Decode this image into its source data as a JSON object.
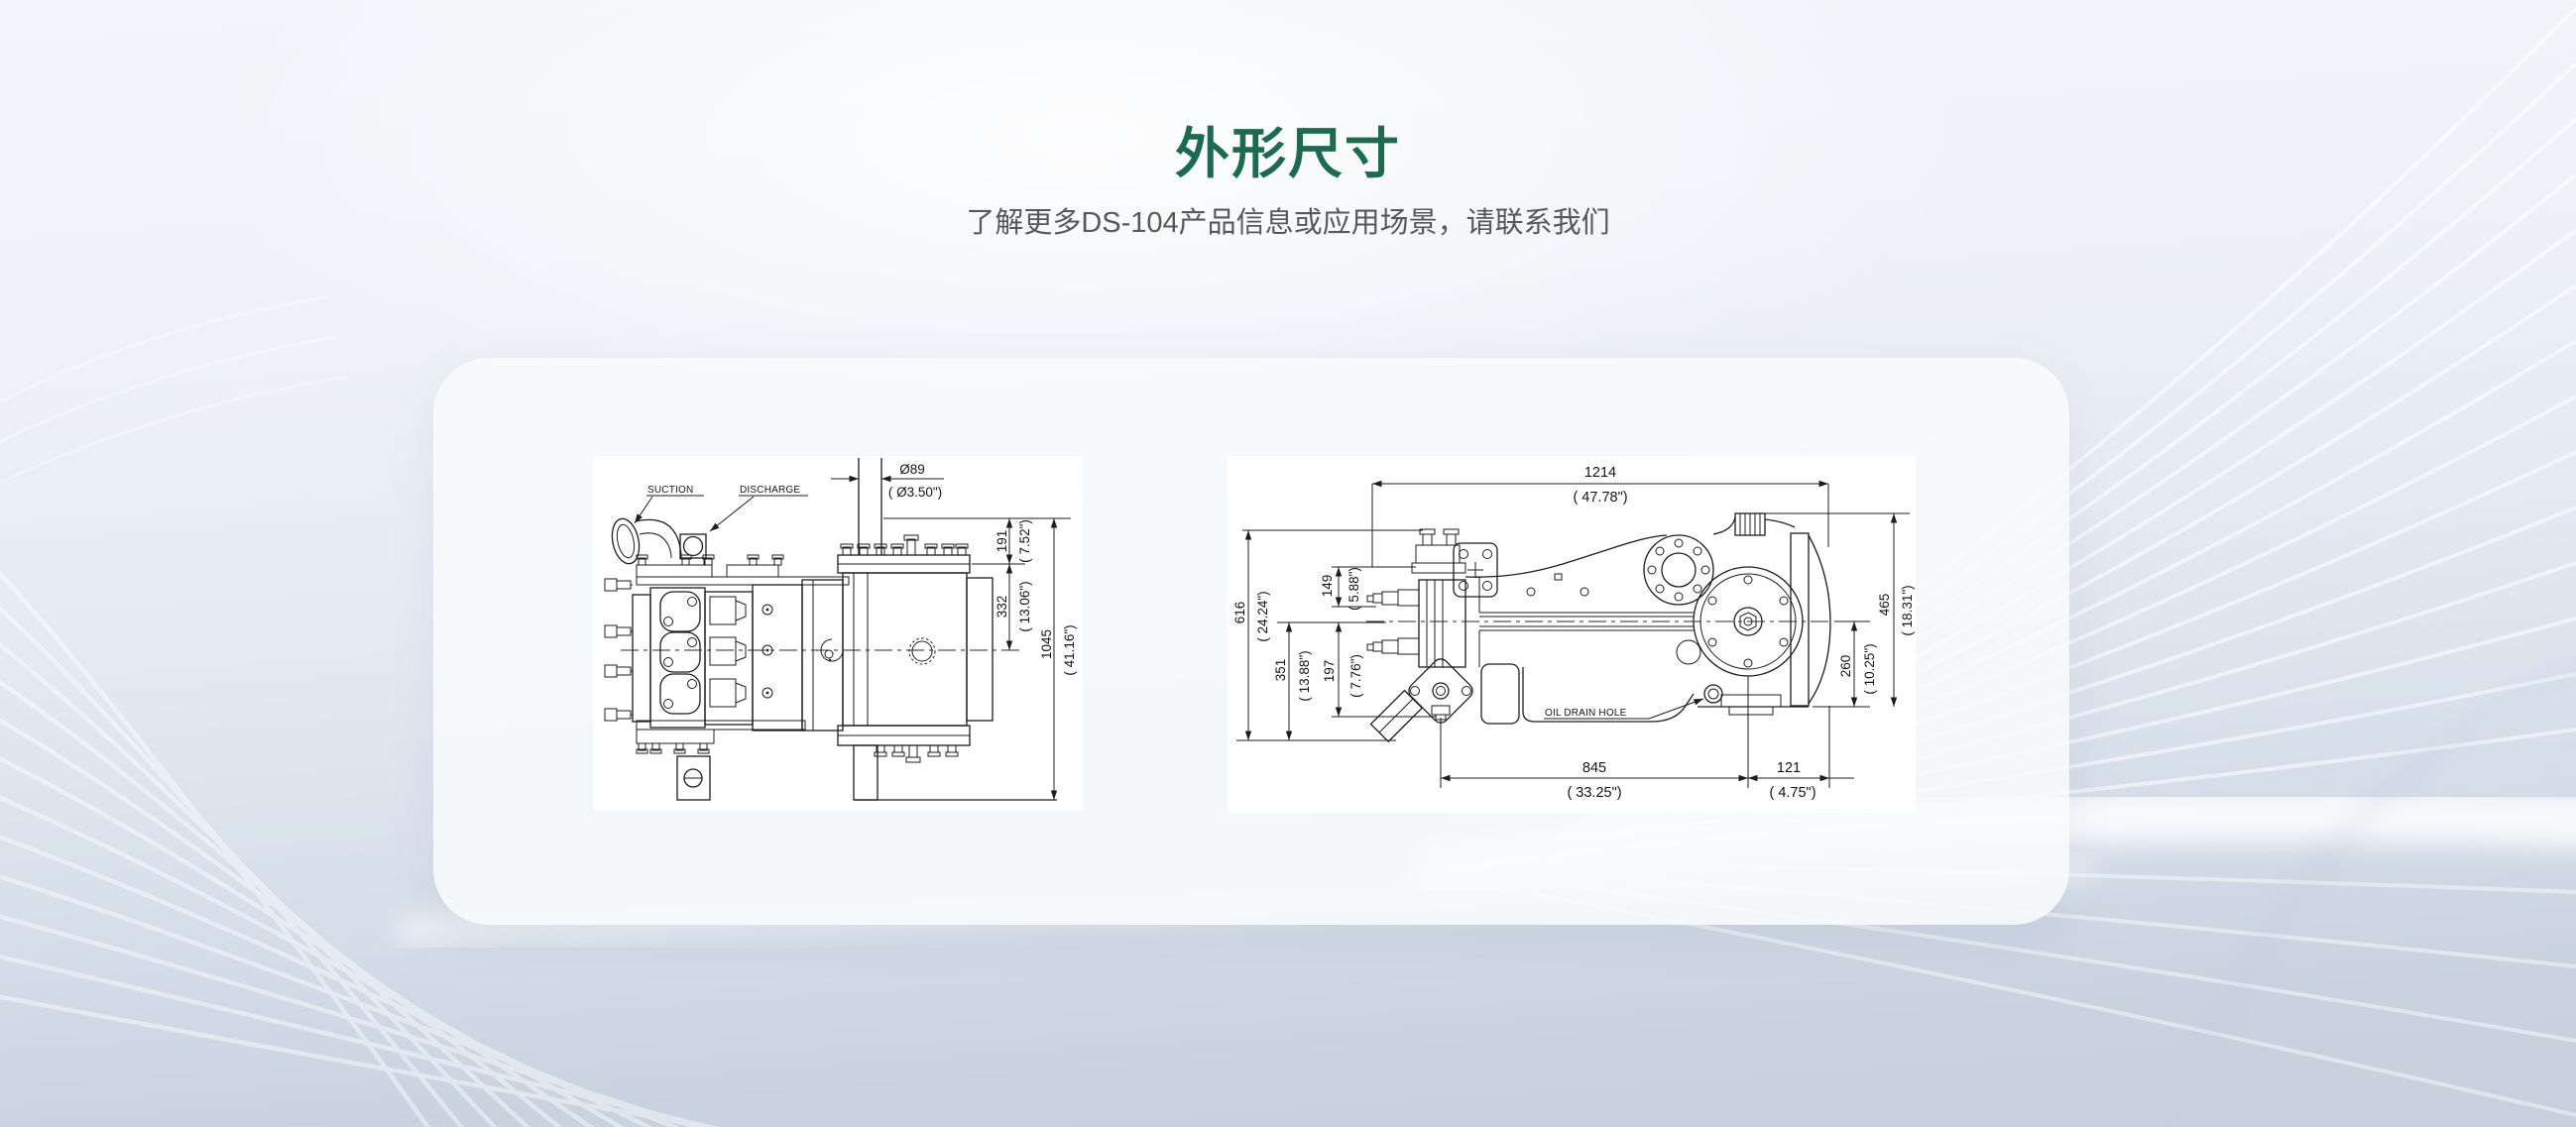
{
  "page": {
    "title": "外形尺寸",
    "subtitle": "了解更多DS-104产品信息或应用场景，请联系我们",
    "title_color": "#1c6b4d",
    "background_base": "#e6ebf3",
    "line_color": "#1d1d1f"
  },
  "drawings": {
    "left": {
      "view": "front-view",
      "labels": {
        "suction": "SUCTION",
        "discharge": "DISCHARGE"
      },
      "dims": {
        "shaft_dia": {
          "mm": "Ø89",
          "in": "( Ø3.50\")"
        },
        "d191": {
          "mm": "191",
          "in": "( 7.52\")"
        },
        "d332": {
          "mm": "332",
          "in": "( 13.06\")"
        },
        "d1045": {
          "mm": "1045",
          "in": "( 41.16\")"
        }
      }
    },
    "right": {
      "view": "side-view",
      "labels": {
        "oil_drain": "OIL DRAIN HOLE"
      },
      "dims": {
        "d1214": {
          "mm": "1214",
          "in": "( 47.78\")"
        },
        "d616": {
          "mm": "616",
          "in": "( 24.24\")"
        },
        "d149": {
          "mm": "149",
          "in": "( 5.88\")"
        },
        "d351": {
          "mm": "351",
          "in": "( 13.88\")"
        },
        "d197": {
          "mm": "197",
          "in": "( 7.76\")"
        },
        "d465": {
          "mm": "465",
          "in": "( 18.31\")"
        },
        "d260": {
          "mm": "260",
          "in": "( 10.25\")"
        },
        "d845": {
          "mm": "845",
          "in": "( 33.25\")"
        },
        "d121": {
          "mm": "121",
          "in": "( 4.75\")"
        }
      }
    }
  }
}
